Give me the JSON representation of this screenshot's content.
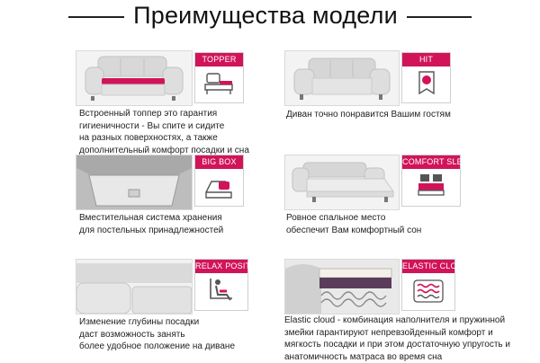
{
  "header": {
    "title": "Преимущества модели"
  },
  "colors": {
    "accent": "#d1145a",
    "text": "#222222"
  },
  "features": [
    {
      "badge": "TOPPER",
      "icon": "topper-icon",
      "lines": [
        "Встроенный топпер это гарантия",
        "гигиеничности - Вы спите и сидите",
        "на разных поверхностях, а также",
        "дополнительный комфорт посадки и сна"
      ]
    },
    {
      "badge": "HIT",
      "icon": "hit-icon",
      "lines": [
        "Диван точно понравится Вашим гостям"
      ]
    },
    {
      "badge": "BIG BOX",
      "icon": "big-box-icon",
      "lines": [
        "Вместительная система хранения",
        "для постельных принадлежностей"
      ]
    },
    {
      "badge": "COMFORT SLEEP",
      "icon": "comfort-sleep-icon",
      "lines": [
        "Ровное спальное место",
        "обеспечит Вам комфортный сон"
      ]
    },
    {
      "badge": "RELAX POSITION",
      "icon": "relax-position-icon",
      "lines": [
        "Изменение глубины посадки",
        "даст возможность занять",
        "более удобное положение на диване"
      ]
    },
    {
      "badge": "ELASTIC CLOUD",
      "icon": "elastic-cloud-icon",
      "lines": [
        "Elastic cloud - комбинация наполнителя и пружинной",
        "змейки гарантируют непревзойденный комфорт и",
        "мягкость посадки и при этом достаточную упругость и",
        "анатомичность матраса во время сна"
      ]
    }
  ]
}
